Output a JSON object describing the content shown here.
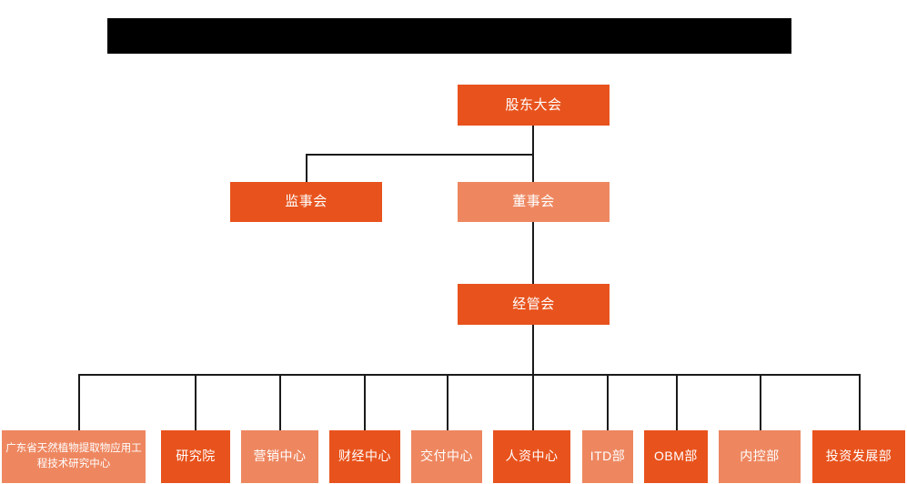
{
  "diagram": {
    "type": "organization-chart",
    "title_bar": {
      "text": "",
      "redacted": true
    },
    "colors": {
      "accent_dark": "#e8531d",
      "accent_light": "#ee8760",
      "connector": "#1a1a1a",
      "background": "#ffffff",
      "title_bar": "#000000",
      "node_text": "#ffffff"
    },
    "levels": [
      {
        "level": 1,
        "nodes": [
          {
            "id": "shareholders",
            "label": "股东大会",
            "tone": "dark"
          }
        ]
      },
      {
        "level": 2,
        "nodes": [
          {
            "id": "supervisors",
            "label": "监事会",
            "tone": "dark"
          },
          {
            "id": "directors",
            "label": "董事会",
            "tone": "light"
          }
        ]
      },
      {
        "level": 3,
        "nodes": [
          {
            "id": "management",
            "label": "经管会",
            "tone": "dark"
          }
        ]
      },
      {
        "level": 4,
        "nodes": [
          {
            "id": "eng-center",
            "label": "广东省天然植物提取物应用工程技术研究中心",
            "tone": "light"
          },
          {
            "id": "research-institute",
            "label": "研究院",
            "tone": "dark"
          },
          {
            "id": "marketing-center",
            "label": "营销中心",
            "tone": "light"
          },
          {
            "id": "finance-center",
            "label": "财经中心",
            "tone": "dark"
          },
          {
            "id": "delivery-center",
            "label": "交付中心",
            "tone": "light"
          },
          {
            "id": "hr-center",
            "label": "人资中心",
            "tone": "dark"
          },
          {
            "id": "itd-dept",
            "label": "ITD部",
            "tone": "light"
          },
          {
            "id": "obm-dept",
            "label": "OBM部",
            "tone": "dark"
          },
          {
            "id": "internal-control-dept",
            "label": "内控部",
            "tone": "light"
          },
          {
            "id": "investment-development-dept",
            "label": "投资发展部",
            "tone": "dark"
          }
        ]
      }
    ]
  }
}
